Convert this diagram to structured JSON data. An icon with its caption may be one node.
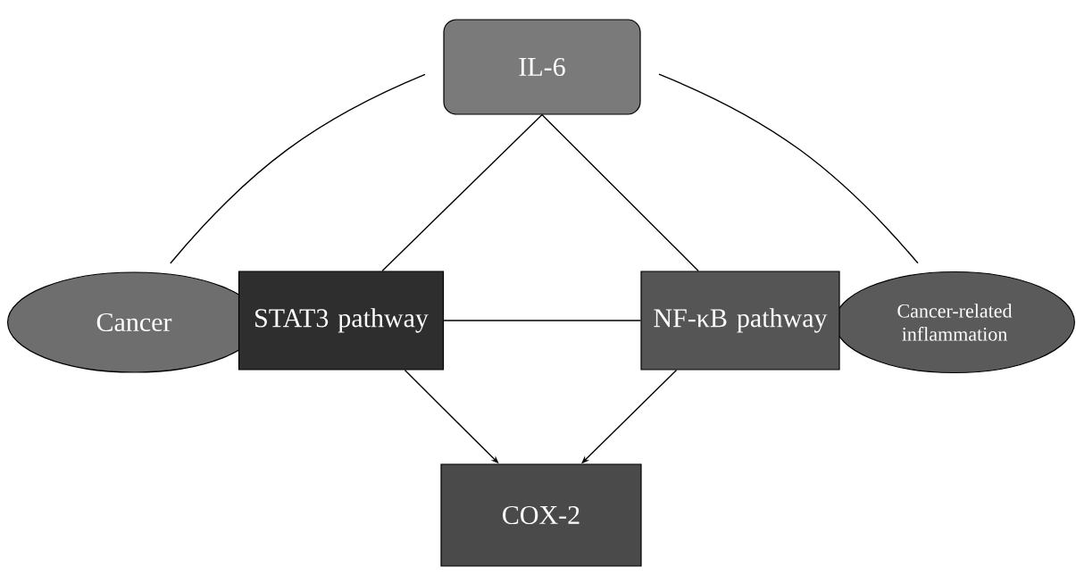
{
  "diagram": {
    "nodes": [
      {
        "text": [
          "IL-6"
        ]
      },
      {
        "text": [
          "Cancer"
        ]
      },
      {
        "text": [
          "STAT3 pathway"
        ]
      },
      {
        "text": [
          "NF-κB pathway"
        ]
      },
      {
        "text": [
          "Cancer-related inflammation"
        ]
      },
      {
        "text": [
          "COX-2"
        ]
      }
    ],
    "edges": [
      {
        "from": 0,
        "to": 1,
        "arrow": "none"
      },
      {
        "from": 0,
        "to": 2,
        "arrow": "none"
      },
      {
        "from": 0,
        "to": 3,
        "arrow": "none"
      },
      {
        "from": 0,
        "to": 4,
        "arrow": "none"
      },
      {
        "from": 2,
        "to": 3,
        "arrow": "none"
      },
      {
        "from": 2,
        "to": 5,
        "arrow": "to"
      },
      {
        "from": 3,
        "to": 5,
        "arrow": "to"
      }
    ]
  }
}
